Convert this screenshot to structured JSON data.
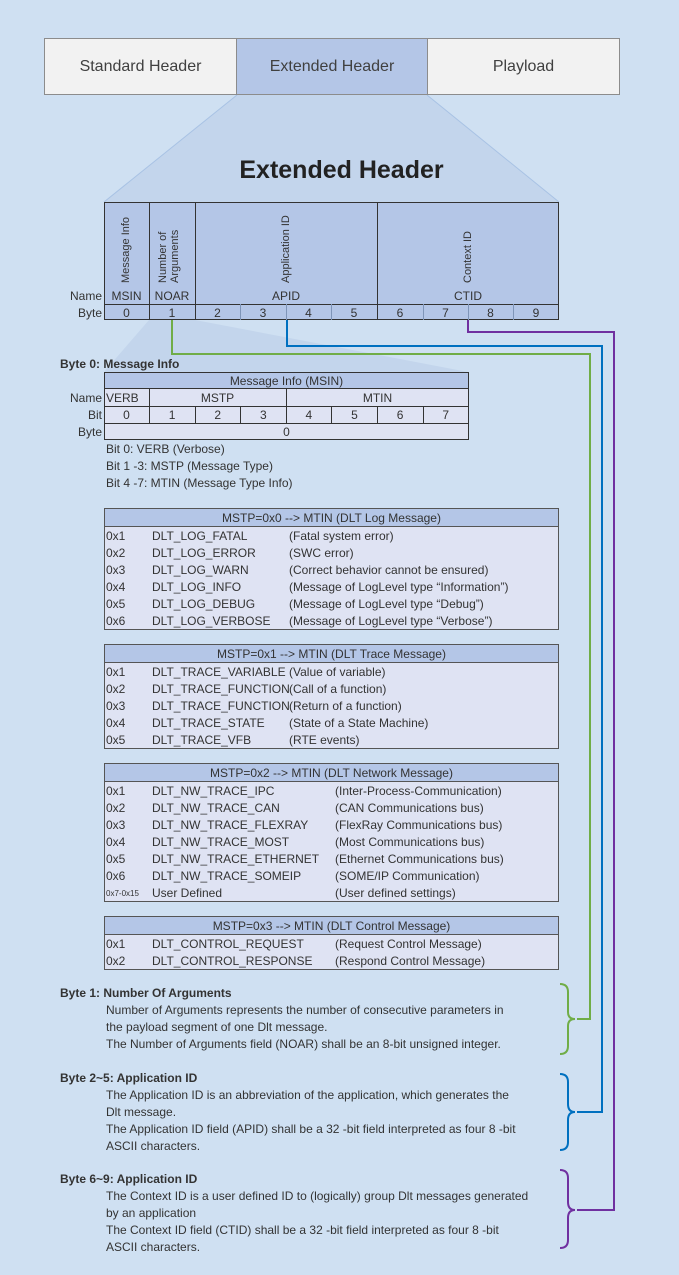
{
  "tabs": [
    "Standard Header",
    "Extended Header",
    "Playload"
  ],
  "main_title": "Extended Header",
  "ext": {
    "fields_vertical": [
      "Message Info",
      "Number of\nArguments",
      "Application ID",
      "Context ID"
    ],
    "row_name_label": "Name",
    "row_byte_label": "Byte",
    "names": [
      "MSIN",
      "NOAR",
      "APID",
      "CTID"
    ],
    "bytes": [
      "0",
      "1",
      "2",
      "3",
      "4",
      "5",
      "6",
      "7",
      "8",
      "9"
    ]
  },
  "msin": {
    "section_title": "Byte 0: Message Info",
    "table_title": "Message Info (MSIN)",
    "row_name_label": "Name",
    "row_bit_label": "Bit",
    "row_byte_label": "Byte",
    "names": [
      "VERB",
      "MSTP",
      "MTIN"
    ],
    "bits": [
      "0",
      "1",
      "2",
      "3",
      "4",
      "5",
      "6",
      "7"
    ],
    "byte": "0",
    "notes": [
      "Bit 0: VERB (Verbose)",
      "Bit 1 -3: MSTP (Message Type)",
      "Bit 4 -7: MTIN (Message Type Info)"
    ]
  },
  "mstp_tables": [
    {
      "title": "MSTP=0x0 --> MTIN (DLT Log Message)",
      "rows": [
        [
          "0x1",
          "DLT_LOG_FATAL",
          "(Fatal system error)"
        ],
        [
          "0x2",
          "DLT_LOG_ERROR",
          "(SWC error)"
        ],
        [
          "0x3",
          "DLT_LOG_WARN",
          "(Correct behavior cannot be ensured)"
        ],
        [
          "0x4",
          "DLT_LOG_INFO",
          "(Message of LogLevel type “Information”)"
        ],
        [
          "0x5",
          "DLT_LOG_DEBUG",
          "(Message of LogLevel type “Debug”)"
        ],
        [
          "0x6",
          "DLT_LOG_VERBOSE",
          "(Message of LogLevel type “Verbose”)"
        ]
      ]
    },
    {
      "title": "MSTP=0x1 --> MTIN (DLT Trace Message)",
      "rows": [
        [
          "0x1",
          "DLT_TRACE_VARIABLE",
          "(Value of variable)"
        ],
        [
          "0x2",
          "DLT_TRACE_FUNCTION",
          "(Call of a function)"
        ],
        [
          "0x3",
          "DLT_TRACE_FUNCTION",
          "(Return of a function)"
        ],
        [
          "0x4",
          "DLT_TRACE_STATE",
          "(State of a State Machine)"
        ],
        [
          "0x5",
          "DLT_TRACE_VFB",
          "(RTE events)"
        ]
      ]
    },
    {
      "title": "MSTP=0x2 --> MTIN (DLT Network Message)",
      "rows": [
        [
          "0x1",
          "DLT_NW_TRACE_IPC",
          "(Inter-Process-Communication)"
        ],
        [
          "0x2",
          "DLT_NW_TRACE_CAN",
          "(CAN Communications bus)"
        ],
        [
          "0x3",
          "DLT_NW_TRACE_FLEXRAY",
          "(FlexRay Communications bus)"
        ],
        [
          "0x4",
          "DLT_NW_TRACE_MOST",
          "(Most Communications bus)"
        ],
        [
          "0x5",
          "DLT_NW_TRACE_ETHERNET",
          "(Ethernet Communications bus)"
        ],
        [
          "0x6",
          "DLT_NW_TRACE_SOMEIP",
          "(SOME/IP Communication)"
        ],
        [
          "0x7-0x15",
          "User Defined",
          "(User defined settings)"
        ]
      ]
    },
    {
      "title": "MSTP=0x3 --> MTIN (DLT Control Message)",
      "rows": [
        [
          "0x1",
          "DLT_CONTROL_REQUEST",
          "(Request Control Message)"
        ],
        [
          "0x2",
          "DLT_CONTROL_RESPONSE",
          "(Respond Control Message)"
        ]
      ]
    }
  ],
  "descriptions": [
    {
      "title": "Byte 1: Number Of Arguments",
      "lines": [
        "Number of Arguments represents the number of consecutive parameters in",
        "the payload segment of one Dlt message.",
        "The Number of Arguments field (NOAR) shall be an 8-bit unsigned integer."
      ]
    },
    {
      "title": "Byte 2~5: Application ID",
      "lines": [
        "The Application ID is an abbreviation of the application, which generates the",
        "Dlt message.",
        "The Application ID field (APID) shall be a 32 -bit field interpreted as four 8 -bit",
        "ASCII characters."
      ]
    },
    {
      "title": "Byte 6~9: Application ID",
      "lines": [
        "The Context ID is a user defined ID to (logically) group Dlt messages generated",
        "by an application",
        "The Context ID field (CTID) shall be a 32 -bit field interpreted as four 8 -bit",
        "ASCII characters."
      ]
    }
  ],
  "colors": {
    "background": "#cfe0f2",
    "header_fill": "#b4c6e7",
    "table_fill": "#dfe3f3",
    "noar_line": "#70ad47",
    "apid_line": "#0070c0",
    "ctid_line": "#7030a0"
  }
}
